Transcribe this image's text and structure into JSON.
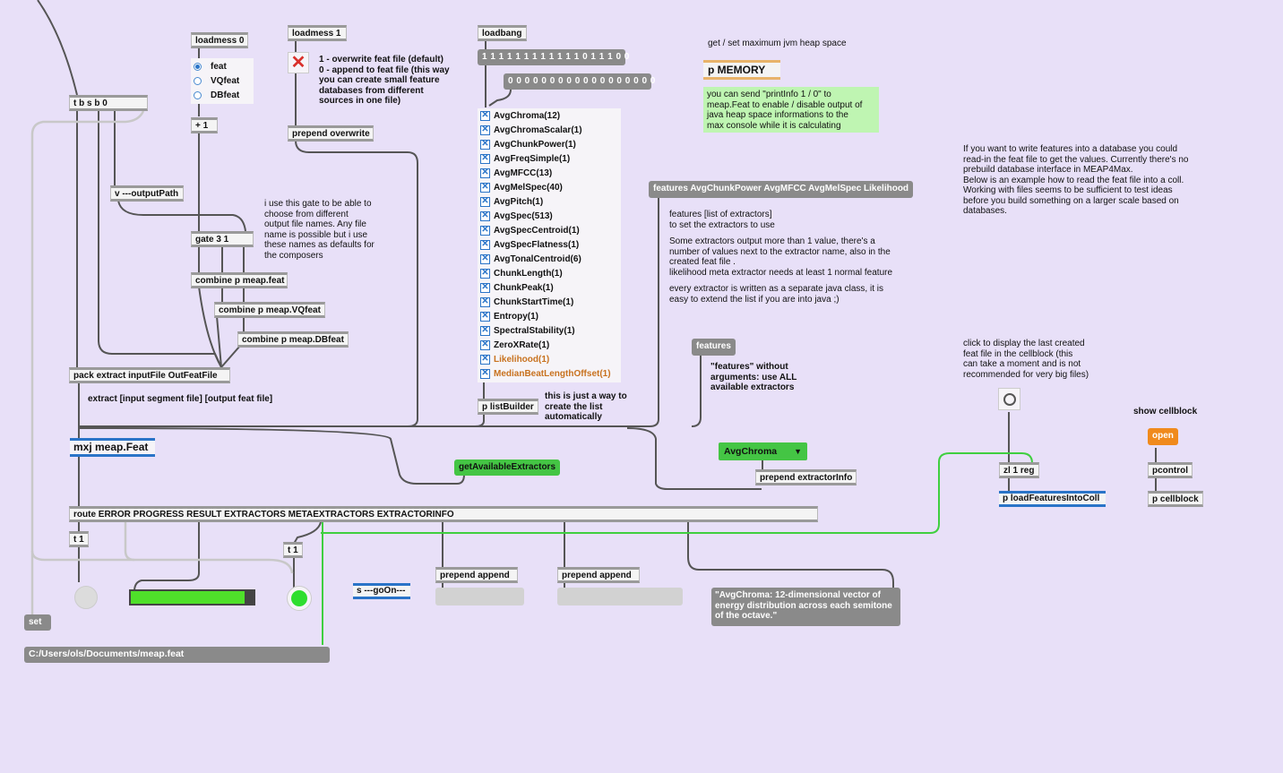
{
  "objects": {
    "loadmess0": "loadmess 0",
    "loadmess1": "loadmess 1",
    "loadbang": "loadbang",
    "tbsb0": "t b s b 0",
    "plus1": "+ 1",
    "v_output": "v ---outputPath",
    "gate": "gate 3 1",
    "combine1": "combine p meap.feat",
    "combine2": "combine p meap.VQfeat",
    "combine3": "combine p meap.DBfeat",
    "pack": "pack extract inputFile OutFeatFile",
    "prepend_overwrite": "prepend overwrite",
    "p_listbuilder": "p listBuilder",
    "mxj": "mxj meap.Feat",
    "route": "route ERROR PROGRESS RESULT EXTRACTORS METAEXTRACTORS EXTRACTORINFO",
    "t1a": "t 1",
    "t1b": "t 1",
    "prepend_append1": "prepend append",
    "prepend_append2": "prepend append",
    "s_goon": "s ---goOn---",
    "prepend_extractorinfo": "prepend extractorInfo",
    "p_memory": "p MEMORY",
    "zl_reg": "zl 1 reg",
    "p_load": "p loadFeaturesIntoColl",
    "pcontrol": "pcontrol",
    "p_cellblock": "p cellblock"
  },
  "messages": {
    "seq1": "1 1 1 1 1 1 1 1 1 1 1 1 0 1 1 1 0 0",
    "seq0": "0 0 0 0 0 0 0 0 0 0 0 0 0 0 0 0 0 0",
    "features_list": "features AvgChunkPower AvgMFCC AvgMelSpec Likelihood",
    "features": "features",
    "set": "set",
    "path": "C:/Users/ols/Documents/meap.feat",
    "get_available": "getAvailableExtractors",
    "open": "open",
    "avgchroma_info": "\"AvgChroma: 12-dimensional vector of\nenergy distribution across each semitone\nof the octave.\""
  },
  "radio": {
    "options": [
      "feat",
      "VQfeat",
      "DBfeat"
    ],
    "selected": 0
  },
  "menu": {
    "value": "AvgChroma"
  },
  "extractors": [
    {
      "label": "AvgChroma(12)",
      "checked": true,
      "orange": false
    },
    {
      "label": "AvgChromaScalar(1)",
      "checked": true,
      "orange": false
    },
    {
      "label": "AvgChunkPower(1)",
      "checked": true,
      "orange": false
    },
    {
      "label": "AvgFreqSimple(1)",
      "checked": true,
      "orange": false
    },
    {
      "label": "AvgMFCC(13)",
      "checked": true,
      "orange": false
    },
    {
      "label": "AvgMelSpec(40)",
      "checked": true,
      "orange": false
    },
    {
      "label": "AvgPitch(1)",
      "checked": true,
      "orange": false
    },
    {
      "label": "AvgSpec(513)",
      "checked": true,
      "orange": false
    },
    {
      "label": "AvgSpecCentroid(1)",
      "checked": true,
      "orange": false
    },
    {
      "label": "AvgSpecFlatness(1)",
      "checked": true,
      "orange": false
    },
    {
      "label": "AvgTonalCentroid(6)",
      "checked": true,
      "orange": false
    },
    {
      "label": "ChunkLength(1)",
      "checked": true,
      "orange": false
    },
    {
      "label": "ChunkPeak(1)",
      "checked": true,
      "orange": false
    },
    {
      "label": "ChunkStartTime(1)",
      "checked": true,
      "orange": false
    },
    {
      "label": "Entropy(1)",
      "checked": true,
      "orange": false
    },
    {
      "label": "SpectralStability(1)",
      "checked": true,
      "orange": false
    },
    {
      "label": "ZeroXRate(1)",
      "checked": true,
      "orange": false
    },
    {
      "label": "Likelihood(1)",
      "checked": true,
      "orange": true
    },
    {
      "label": "MedianBeatLengthOffset(1)",
      "checked": true,
      "orange": true
    }
  ],
  "comments": {
    "overwrite": "1 - overwrite feat file (default)\n0 - append to feat file (this way\nyou can create small feature\ndatabases from different\nsources in one file)",
    "gate_note": "i use this gate to be able to\nchoose from different\noutput file names. Any file\nname is possible but i use\nthese names as defaults for\nthe composers",
    "extract_note": "extract [input segment file] [output feat file]",
    "listbuilder_note": "this is just a way to\ncreate the list\nautomatically",
    "heap_title": "get / set maximum jvm heap space",
    "memory_note": "you can send \"printInfo 1 / 0\" to\nmeap.Feat to enable / disable output of\njava heap space informations to the\nmax console while it is calculating",
    "features_note1": "features [list of extractors]\nto set the extractors to use",
    "features_note2": "Some extractors output more than 1 value, there's a\nnumber of values next to the extractor name, also in the\ncreated feat file .\nlikelihood meta extractor needs at least 1 normal feature",
    "features_note3": "every extractor is written as a separate java class, it is\neasy to extend the list if you are into java ;)",
    "features_all": "\"features\" without\narguments: use ALL\navailable extractors",
    "database_note": "If you want to write features into a database you could\nread-in the feat file to get the values. Currently there's no\nprebuild database interface in MEAP4Max.\nBelow is an example how to read the feat file into a coll.\nWorking with files seems to be sufficient to test ideas\nbefore you build something on a larger scale based on\ndatabases.",
    "click_note": "click to display the last created\nfeat file in the cellblock (this\ncan take a moment and is not\nrecommended for very big files)",
    "show_cellblock": "show cellblock"
  },
  "progress": {
    "value": 0.93
  },
  "colors": {
    "background": "#e8e0f8",
    "green": "#44c544",
    "wire_green": "#3fcf3f",
    "orange": "#f08a1c",
    "accent_blue": "#2a74c8"
  }
}
